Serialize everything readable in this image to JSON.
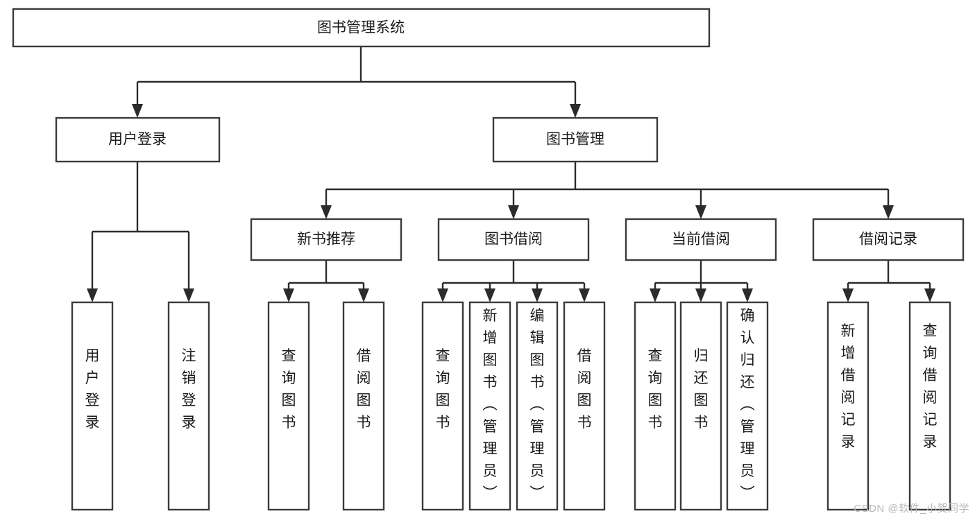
{
  "diagram": {
    "type": "tree-flowchart",
    "title": "图书管理系统",
    "orientation": "top-down",
    "watermark": "CSDN @软件_小贺同学",
    "colors": {
      "box_fill": "#ffffff",
      "box_stroke": "#3a3a3a",
      "connector": "#2b2b2b",
      "text": "#1a1a1a",
      "watermark": "#b9b9b9",
      "background": "#ffffff"
    },
    "nodes": {
      "root": {
        "label": "图书管理系统",
        "level": 0
      },
      "l1": [
        {
          "id": "user-login",
          "label": "用户登录"
        },
        {
          "id": "book-management",
          "label": "图书管理"
        }
      ],
      "l2": [
        {
          "id": "new-book-recommend",
          "label": "新书推荐",
          "parent": "book-management"
        },
        {
          "id": "book-borrow",
          "label": "图书借阅",
          "parent": "book-management"
        },
        {
          "id": "current-borrow",
          "label": "当前借阅",
          "parent": "book-management"
        },
        {
          "id": "borrow-record",
          "label": "借阅记录",
          "parent": "book-management"
        }
      ],
      "leaves": {
        "user-login": [
          {
            "id": "leaf-user-login",
            "label": "用户登录"
          },
          {
            "id": "leaf-logout",
            "label": "注销登录"
          }
        ],
        "new-book-recommend": [
          {
            "id": "leaf-query-book-1",
            "label": "查询图书"
          },
          {
            "id": "leaf-borrow-book-1",
            "label": "借阅图书"
          }
        ],
        "book-borrow": [
          {
            "id": "leaf-query-book-2",
            "label": "查询图书"
          },
          {
            "id": "leaf-add-book",
            "label": "新增图书（管理员）"
          },
          {
            "id": "leaf-edit-book",
            "label": "编辑图书（管理员）"
          },
          {
            "id": "leaf-borrow-book-2",
            "label": "借阅图书"
          }
        ],
        "current-borrow": [
          {
            "id": "leaf-query-book-3",
            "label": "查询图书"
          },
          {
            "id": "leaf-return-book",
            "label": "归还图书"
          },
          {
            "id": "leaf-confirm-return",
            "label": "确认归还（管理员）"
          }
        ],
        "borrow-record": [
          {
            "id": "leaf-add-record",
            "label": "新增借阅记录"
          },
          {
            "id": "leaf-query-record",
            "label": "查询借阅记录"
          }
        ]
      }
    }
  }
}
